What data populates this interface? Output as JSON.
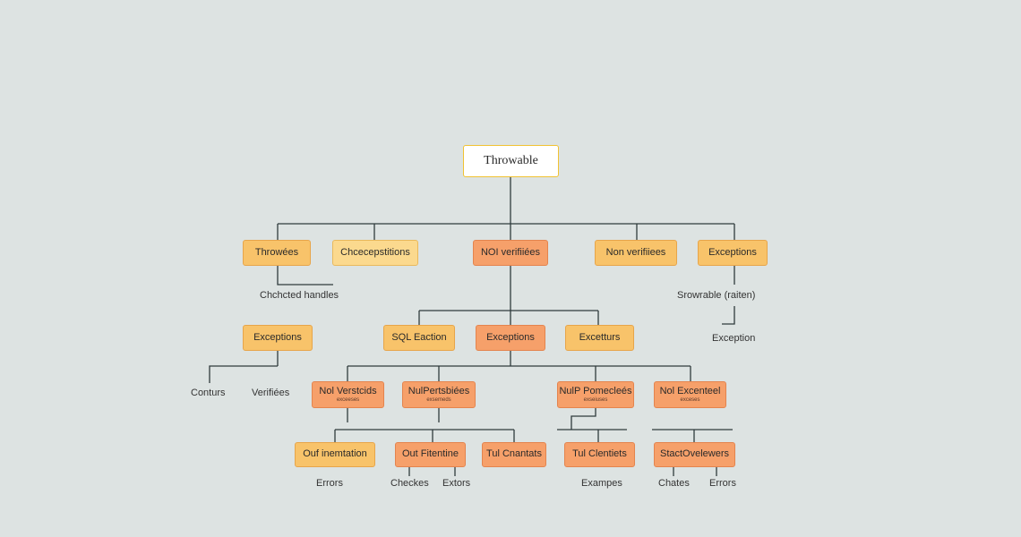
{
  "nodes": {
    "root": "Throwable",
    "l1_throwes": "Throwées",
    "l1_checkexceptions": "Chcecepstitions",
    "l1_noi_verifiees": "NOI verifiiées",
    "l1_non_verifiees": "Non verifiiees",
    "l1_exceptions": "Exceptions",
    "l2_exceptions_left": "Exceptions",
    "l2_sql": "SQL Eaction",
    "l2_exceptions_center": "Exceptions",
    "l2_excetturs": "Excetturs",
    "l3_a": {
      "main": "Nol Verstcids",
      "sub": "exceeses"
    },
    "l3_b": {
      "main": "NulPertsbiées",
      "sub": "exsemeds"
    },
    "l3_c": {
      "main": "NulP Pomecleés",
      "sub": "exseiuses"
    },
    "l3_d": {
      "main": "Nol Excenteel",
      "sub": "exceses"
    },
    "l4_a": "Ouf inemtation",
    "l4_b": "Out Fitentine",
    "l4_c": "Tul Cnantats",
    "l4_d": "Tul Clentiets",
    "l4_e": "StactOvelewers"
  },
  "labels": {
    "checked_handles": "Chchcted handles",
    "srowrable": "Srowrable (raiten)",
    "exception": "Exception",
    "conturs": "Conturs",
    "verifiees": "Verifiées",
    "errors_1": "Errors",
    "checkes": "Checkes",
    "extors": "Extors",
    "exampes": "Exampes",
    "chates": "Chates",
    "errors_2": "Errors"
  }
}
